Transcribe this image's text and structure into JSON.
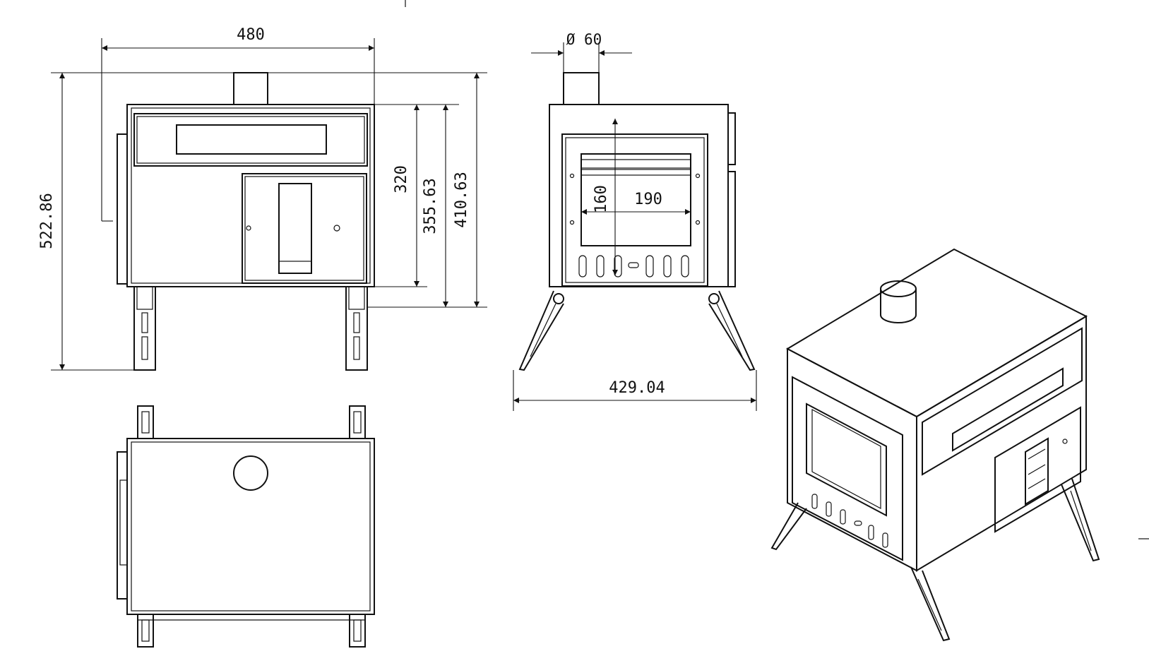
{
  "dimensions": {
    "front_width": "480",
    "front_total_height": "522.86",
    "front_body_height": "320",
    "front_body_leg_height": "355.63",
    "front_total_to_top": "410.63",
    "flue_diameter": "Ø 60",
    "door_opening_width": "190",
    "door_opening_height": "160",
    "leg_spread": "429.04"
  },
  "colors": {
    "line": "#111111",
    "background": "#ffffff"
  }
}
